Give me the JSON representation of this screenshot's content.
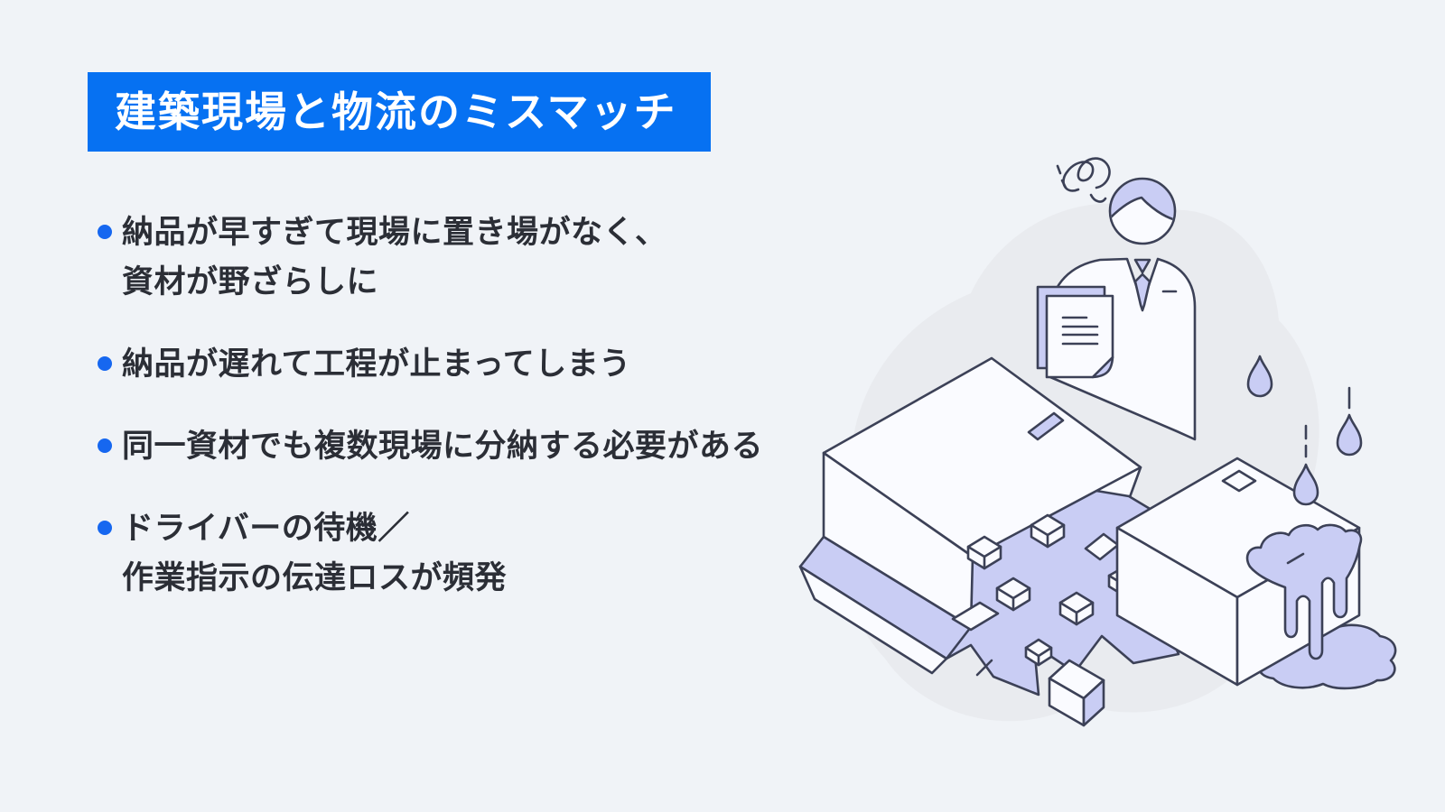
{
  "page": {
    "background_color": "#f0f3f7"
  },
  "header": {
    "title": "建築現場と物流のミスマッチ",
    "background_color": "#0671f2",
    "text_color": "#ffffff"
  },
  "bullets": {
    "dot_color": "#1667f0",
    "text_color": "#2b2e36",
    "items": [
      {
        "lines": [
          "納品が早すぎて現場に置き場がなく、",
          "資材が野ざらしに"
        ]
      },
      {
        "lines": [
          "納品が遅れて工程が止まってしまう"
        ]
      },
      {
        "lines": [
          "同一資材でも複数現場に分納する必要がある"
        ]
      },
      {
        "lines": [
          "ドライバーの待機／",
          "作業指示の伝達ロスが頻発"
        ]
      }
    ]
  },
  "illustration": {
    "line_color": "#3c4157",
    "accent_color": "#c9cdf4",
    "backdrop_color": "#e9ebef",
    "elements": [
      "confused-worker",
      "confusion-squiggle",
      "delivery-documents",
      "tipped-box-spilling-broken-materials",
      "rain-soaked-box",
      "water-drops",
      "liquid-puddle"
    ]
  }
}
